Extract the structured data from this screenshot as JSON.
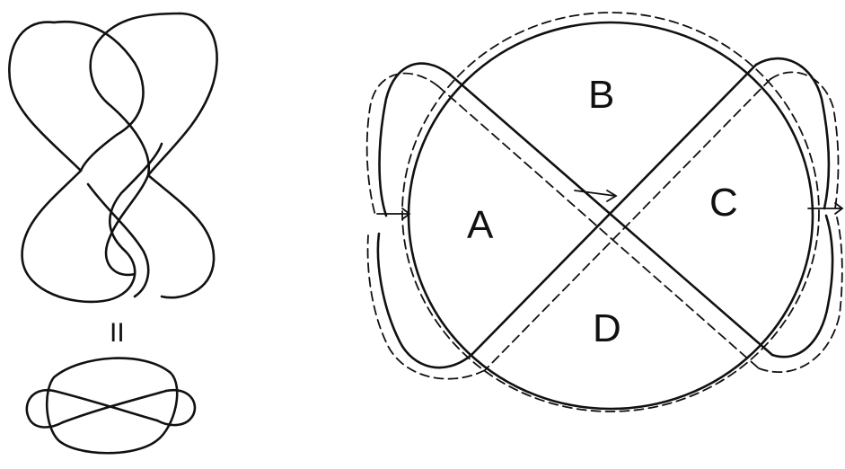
{
  "figure_left": {
    "equals_sign": "II"
  },
  "figure_right": {
    "regions": [
      {
        "key": "A",
        "text": "A"
      },
      {
        "key": "B",
        "text": "B"
      },
      {
        "key": "C",
        "text": "C"
      },
      {
        "key": "D",
        "text": "D"
      }
    ]
  }
}
